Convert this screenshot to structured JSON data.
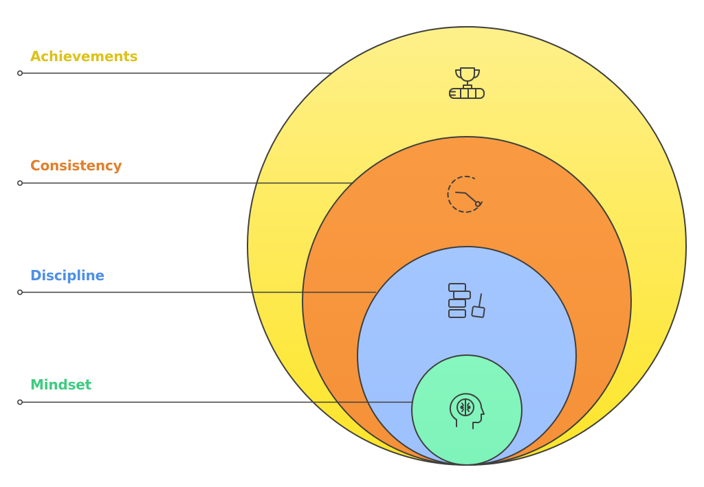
{
  "layers": [
    {
      "id": "achievements",
      "label": "Achievements",
      "label_color": "#DDC21A",
      "fill_top": "#FEF08A",
      "fill_bottom": "#FDE528",
      "icon": "trophy-on-books-icon"
    },
    {
      "id": "consistency",
      "label": "Consistency",
      "label_color": "#E0802E",
      "fill_top": "#F99A42",
      "fill_bottom": "#F59138",
      "icon": "clock-cycle-icon"
    },
    {
      "id": "discipline",
      "label": "Discipline",
      "label_color": "#4F8FE6",
      "fill_top": "#A3C6FF",
      "fill_bottom": "#9DC1FE",
      "icon": "blocks-and-hammer-icon"
    },
    {
      "id": "mindset",
      "label": "Mindset",
      "label_color": "#3FCB80",
      "fill_top": "#86F7BE",
      "fill_bottom": "#7EF3BA",
      "icon": "head-with-brain-icon"
    }
  ],
  "stroke_color": "#3F3F3F"
}
